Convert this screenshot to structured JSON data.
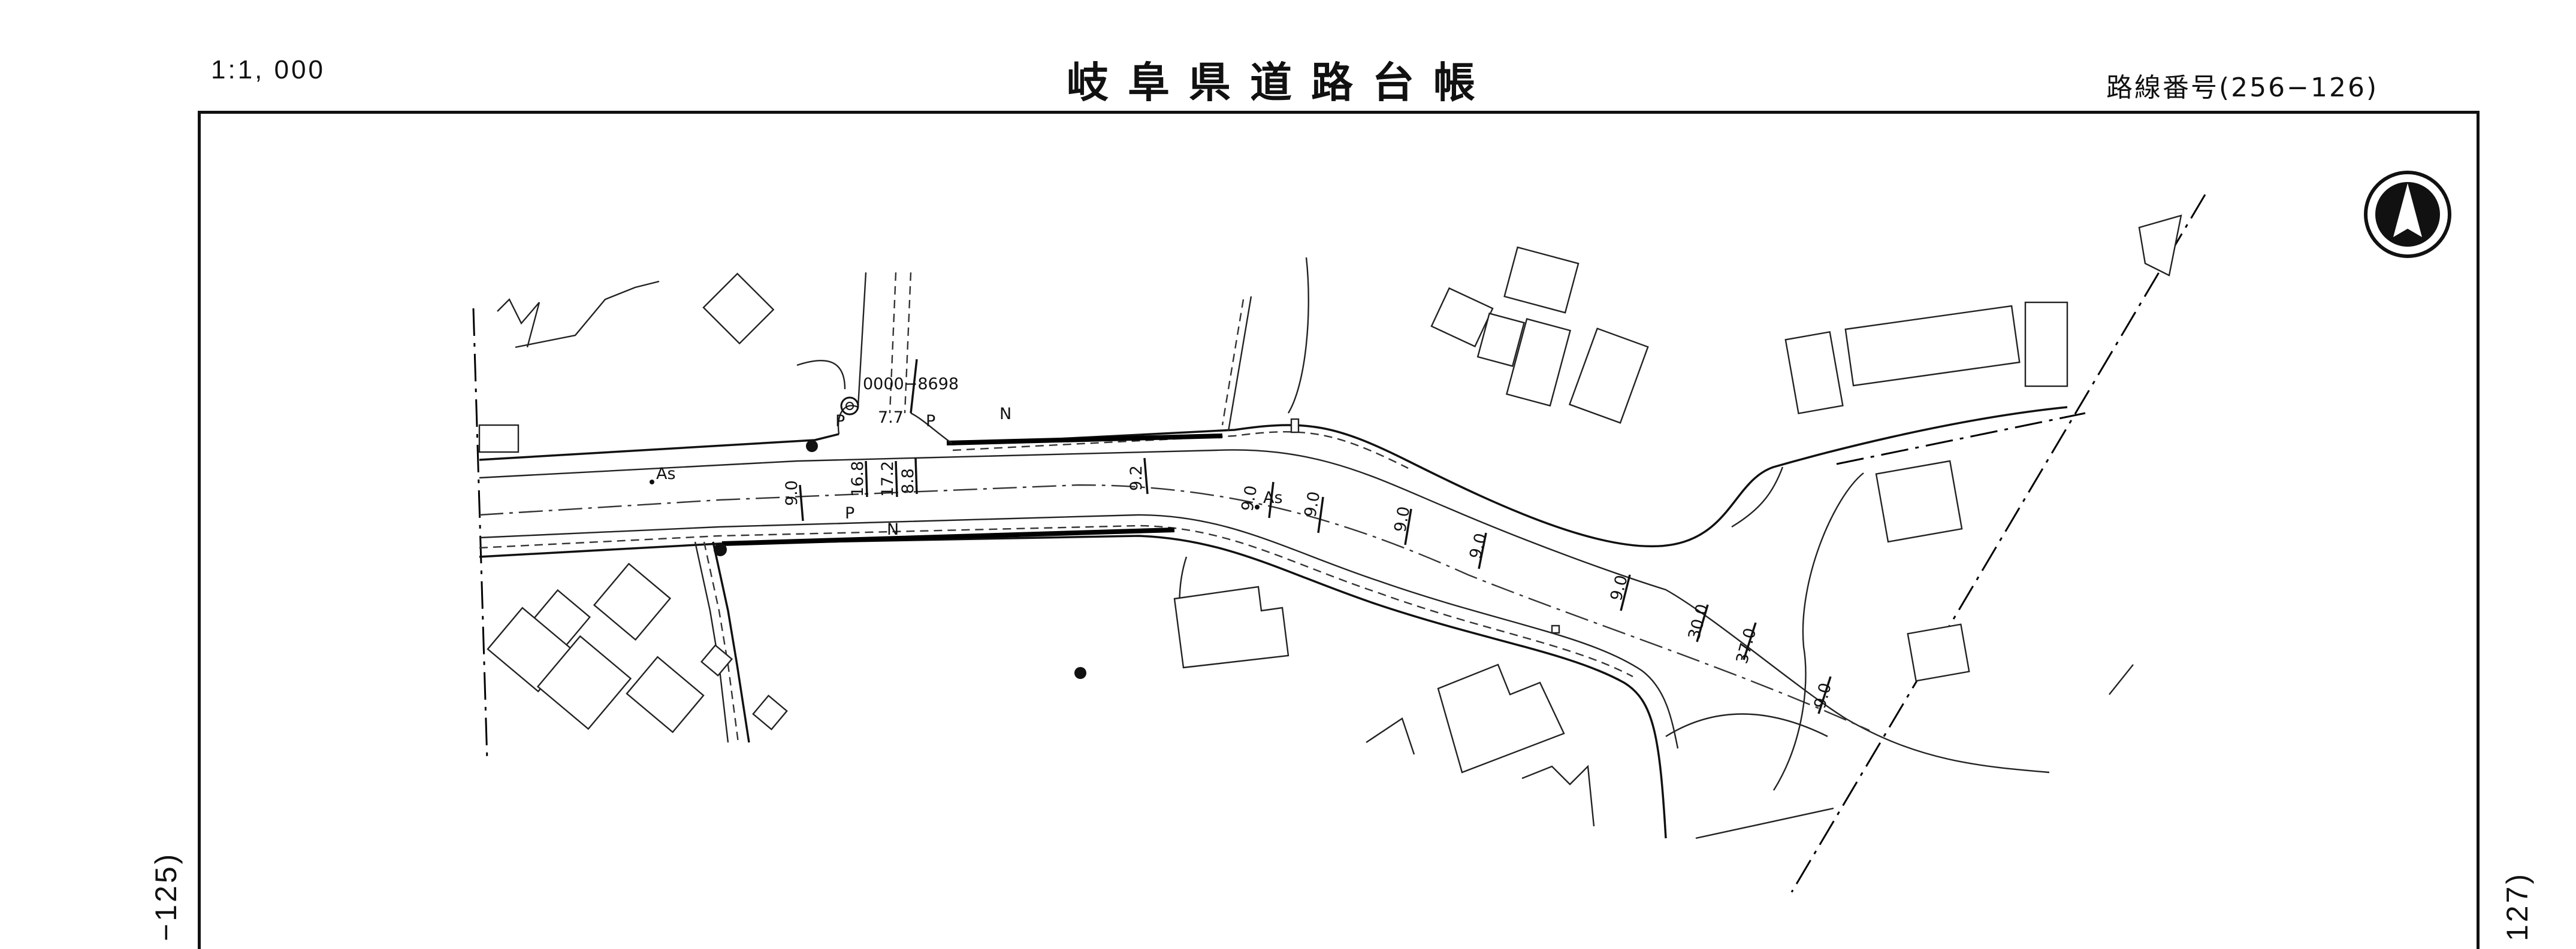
{
  "header": {
    "scale": "1:1, 000",
    "title": "岐阜県道路台帳",
    "route_number": "路線番号(256−126)"
  },
  "adjacent": {
    "previous": "−125)",
    "next": "127)"
  },
  "north_arrow": {
    "icon": "north-arrow-icon"
  },
  "map_labels": {
    "road_code": "0000−8698",
    "surface_left": "As",
    "surface_mid": "As",
    "mark_n_top": "N",
    "mark_n_bottom": "N",
    "mark_p_1": "P",
    "mark_p_2": "P",
    "mark_p_3": "P",
    "w_7_7": "7.7",
    "w_9_0_a": "9.0",
    "w_16_8": "16.8",
    "w_17_2": "17.2",
    "w_8_8": "8.8",
    "w_9_2": "9.2",
    "w_9_0_b": "9.0",
    "w_9_0_c": "9.0",
    "w_9_0_d": "9.0",
    "w_9_0_e": "9.0",
    "w_9_0_f": "9.0",
    "w_30_0": "30.0",
    "w_37_0": "37.0",
    "w_9_0_g": "9.0"
  }
}
